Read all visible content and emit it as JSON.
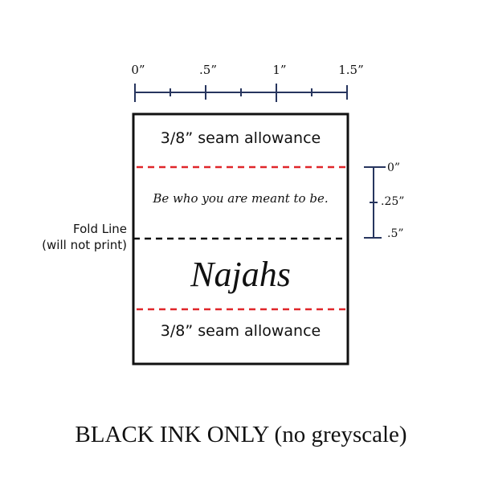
{
  "ruler_top": {
    "labels": [
      "0”",
      ".5”",
      "1”",
      "1.5”"
    ]
  },
  "ruler_side": {
    "labels": [
      "0”",
      ".25”",
      ".5”"
    ]
  },
  "label": {
    "seam_top": "3/8” seam allowance",
    "quote": "Be who you are meant to be.",
    "name": "Najahs",
    "seam_bottom": "3/8” seam allowance",
    "fold_line": "Fold Line",
    "fold_note": "(will not print)"
  },
  "footer": "BLACK INK ONLY (no greyscale)",
  "colors": {
    "ruler": "#27355e",
    "seam": "#e0262a",
    "fold": "#111111"
  }
}
